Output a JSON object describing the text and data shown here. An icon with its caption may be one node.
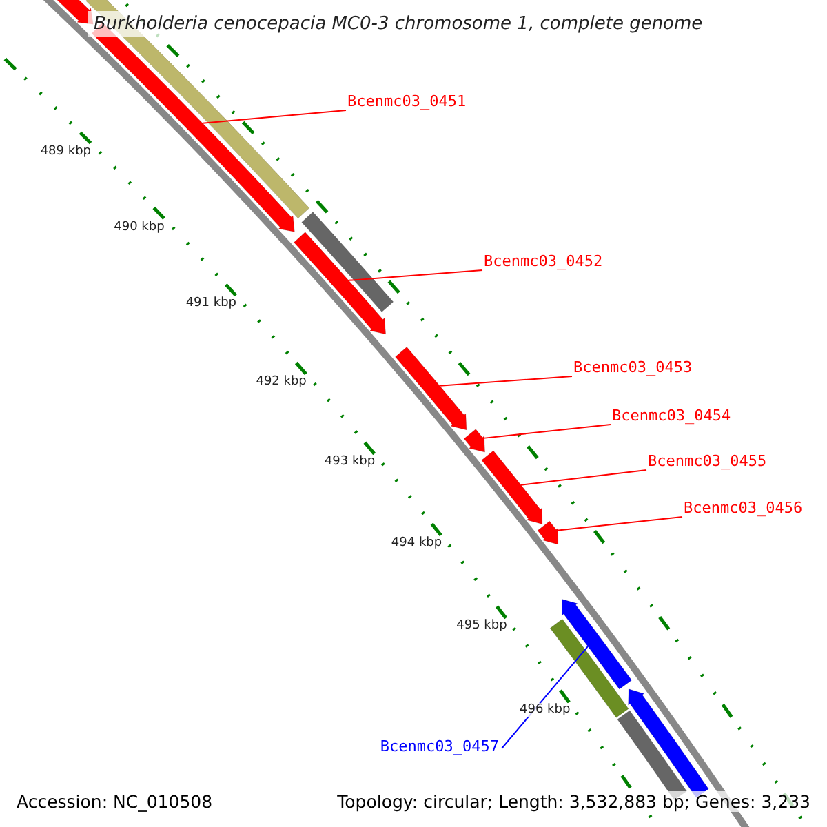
{
  "diagram": {
    "title": "Burkholderia cenocepacia MC0-3 chromosome 1, complete genome",
    "nodes": [
      {
        "text": [
          "Bcenmc03_0451"
        ]
      },
      {
        "text": [
          "Bcenmc03_0452"
        ]
      },
      {
        "text": [
          "Bcenmc03_0453"
        ]
      },
      {
        "text": [
          "Bcenmc03_0454"
        ]
      },
      {
        "text": [
          "Bcenmc03_0455"
        ]
      },
      {
        "text": [
          "Bcenmc03_0456"
        ]
      },
      {
        "text": [
          "Bcenmc03_0457"
        ]
      },
      {
        "text": [],
        "shape": "arrow"
      },
      {
        "text": [],
        "shape": "arrow"
      },
      {
        "text": [],
        "shape": "arrow"
      },
      {
        "text": [],
        "shape": "arrow"
      },
      {
        "text": [],
        "shape": "arrow"
      },
      {
        "text": [],
        "shape": "arrow"
      },
      {
        "text": [],
        "shape": "arrow"
      }
    ],
    "edges": [
      {
        "from": 0,
        "to": 7,
        "arrow": "none"
      },
      {
        "from": 1,
        "to": 8,
        "arrow": "none"
      },
      {
        "from": 2,
        "to": 9,
        "arrow": "none"
      },
      {
        "from": 3,
        "to": 10,
        "arrow": "none"
      },
      {
        "from": 4,
        "to": 11,
        "arrow": "none"
      },
      {
        "from": 5,
        "to": 12,
        "arrow": "none"
      },
      {
        "from": 6,
        "to": 13,
        "arrow": "none",
        "color": "#0000ff"
      }
    ],
    "labels": [
      "489 kbp",
      "490 kbp",
      "491 kbp",
      "492 kbp",
      "493 kbp",
      "494 kbp",
      "495 kbp",
      "496 kbp",
      "Accession: NC_010508",
      "Topology: circular; Length: 3,532,883 bp; Genes: 3,233"
    ]
  }
}
